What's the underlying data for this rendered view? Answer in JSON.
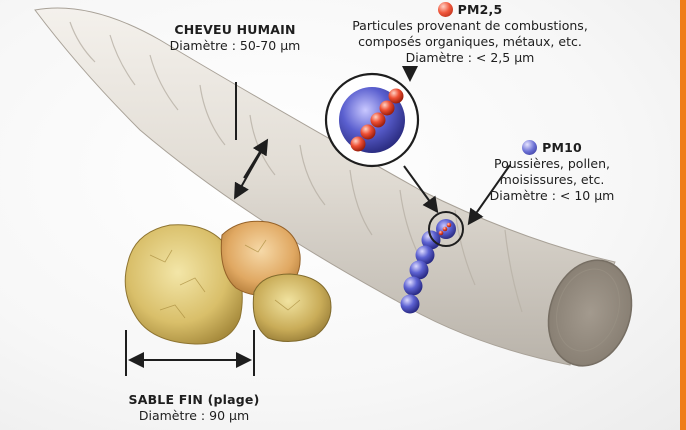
{
  "hair": {
    "title": "CHEVEU HUMAIN",
    "diameter": "Diamètre : 50-70 µm"
  },
  "pm25": {
    "title": "PM2,5",
    "description": "Particules provenant de combustions,",
    "description2": "composés organiques, métaux, etc.",
    "diameter": "Diamètre : < 2,5 µm"
  },
  "pm10": {
    "title": "PM10",
    "line1": "Poussières, pollen,",
    "line2": "moisissures, etc.",
    "diameter": "Diamètre : < 10 µm"
  },
  "sand": {
    "title": "SABLE FIN (plage)",
    "diameter": "Diamètre : 90 µm"
  },
  "colors": {
    "accent_bar": "#ef7d1a",
    "pm25_red": "#e8452c",
    "pm10_blue": "#4f55c7"
  }
}
